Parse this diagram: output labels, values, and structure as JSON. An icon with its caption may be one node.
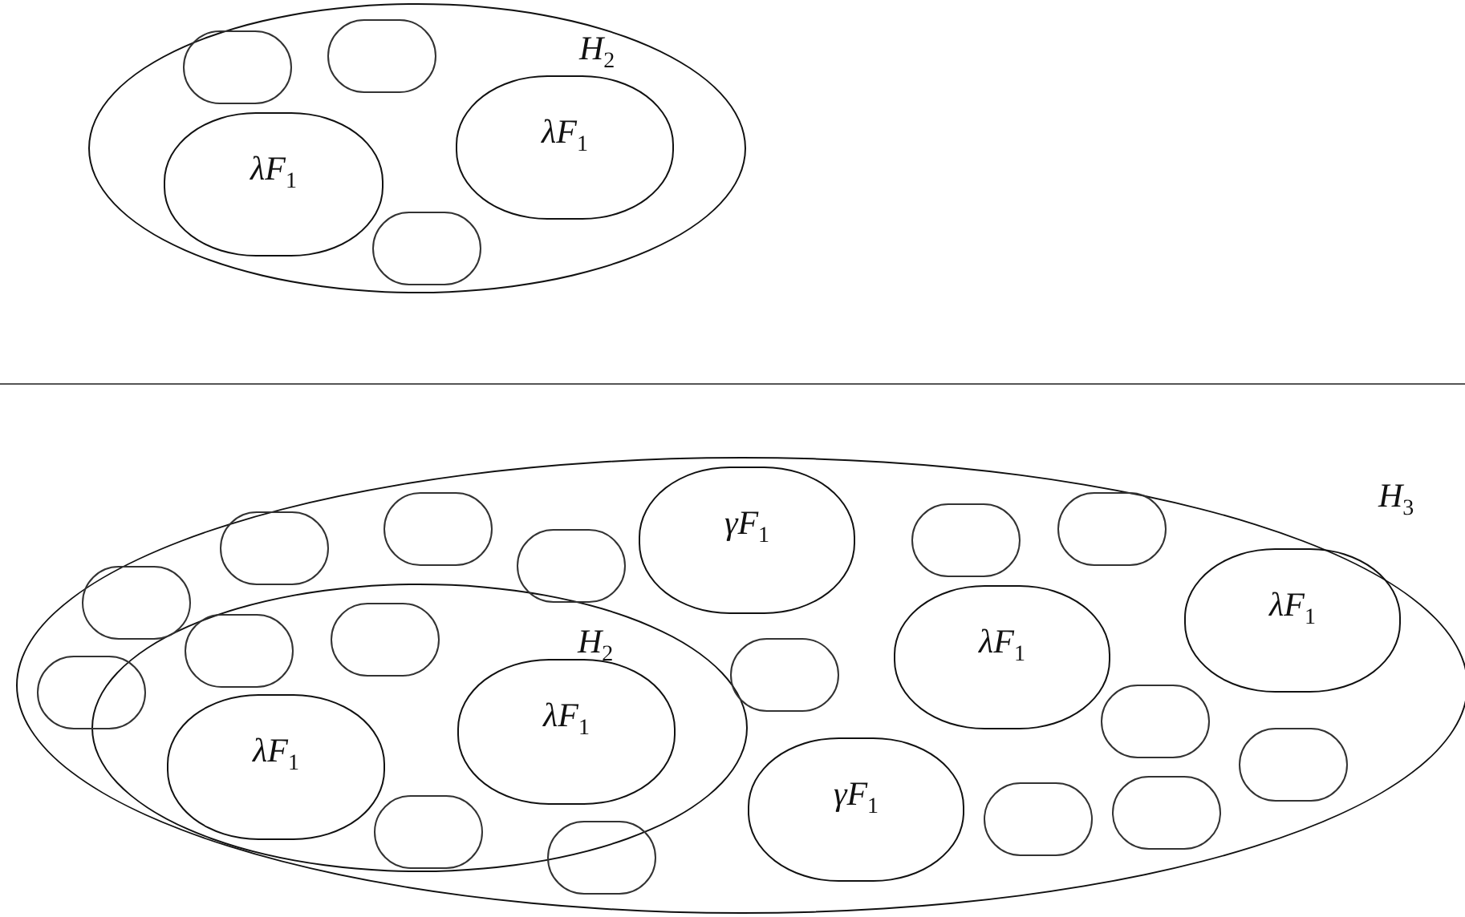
{
  "diagram": {
    "nodes": [
      {
        "text": [
          "H$_{2}$"
        ]
      },
      {
        "text": [],
        "shape": "box",
        "in": 0
      },
      {
        "text": [],
        "shape": "box",
        "in": 0
      },
      {
        "text": [
          "λF$_{1}$"
        ],
        "in": 0
      },
      {
        "text": [
          "λF$_{1}$"
        ],
        "in": 0
      },
      {
        "text": [],
        "shape": "box",
        "in": 0
      },
      {
        "text": [
          "H$_{3}$"
        ]
      },
      {
        "text": [
          "H$_{2}$"
        ],
        "in": 6
      },
      {
        "text": [],
        "shape": "box",
        "in": 7
      },
      {
        "text": [],
        "shape": "box",
        "in": 7
      },
      {
        "text": [
          "λF$_{1}$"
        ],
        "in": 7
      },
      {
        "text": [
          "λF$_{1}$"
        ],
        "in": 7
      },
      {
        "text": [],
        "shape": "box",
        "in": 7
      },
      {
        "text": [],
        "shape": "box",
        "in": 6
      },
      {
        "text": [],
        "shape": "box",
        "in": 6
      },
      {
        "text": [],
        "shape": "box",
        "in": 6
      },
      {
        "text": [
          "γF$_{1}$"
        ],
        "in": 6
      },
      {
        "text": [],
        "shape": "box",
        "in": 6
      },
      {
        "text": [],
        "shape": "box",
        "in": 6
      },
      {
        "text": [],
        "shape": "box",
        "in": 6
      },
      {
        "text": [],
        "shape": "box",
        "in": 6
      },
      {
        "text": [
          "λF$_{1}$"
        ],
        "in": 6
      },
      {
        "text": [
          "λF$_{1}$"
        ],
        "in": 6
      },
      {
        "text": [],
        "shape": "box",
        "in": 6
      },
      {
        "text": [],
        "shape": "box",
        "in": 6
      },
      {
        "text": [
          "γF$_{1}$"
        ],
        "in": 6
      },
      {
        "text": [],
        "shape": "box",
        "in": 6
      },
      {
        "text": [],
        "shape": "box",
        "in": 6
      },
      {
        "text": [],
        "shape": "box",
        "in": 6
      },
      {
        "text": [],
        "shape": "box",
        "in": 6
      }
    ]
  }
}
